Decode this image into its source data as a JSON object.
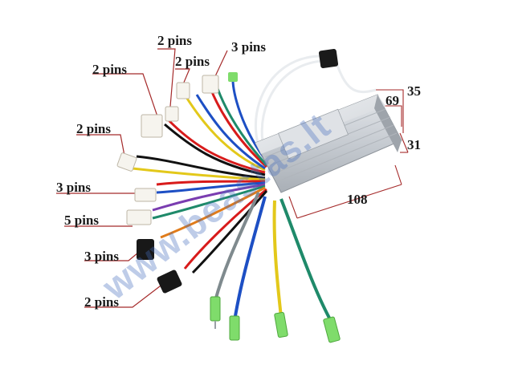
{
  "pin_labels": {
    "l1": "2 pins",
    "l2": "2 pins",
    "l3": "2 pins",
    "l4": "3 pins",
    "l5": "2 pins",
    "l6": "3 pins",
    "l7": "5 pins",
    "l8": "3 pins",
    "l9": "2 pins"
  },
  "dimensions": {
    "width": "108",
    "height": "69",
    "depth": "35",
    "thickness": "31"
  },
  "watermark": "www.beastas.lt",
  "colors": {
    "label_line": "#a52a2a",
    "housing": "#c7ccd2",
    "red_wire": "#d81b1b",
    "blue_wire": "#1d4fc4",
    "yellow_wire": "#e3c81a",
    "green_wire": "#1f8a6a",
    "connector_green": "#7fdc6b"
  }
}
